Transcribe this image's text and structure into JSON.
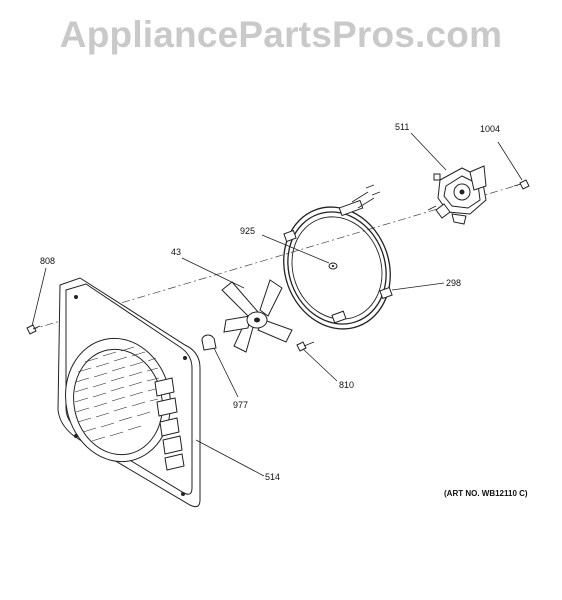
{
  "watermark": "AppliancePartsPros.com",
  "art_number": "(ART NO. WB12110 C)",
  "parts": {
    "p511": "511",
    "p1004": "1004",
    "p925": "925",
    "p43": "43",
    "p808": "808",
    "p298": "298",
    "p810": "810",
    "p977": "977",
    "p514": "514"
  }
}
